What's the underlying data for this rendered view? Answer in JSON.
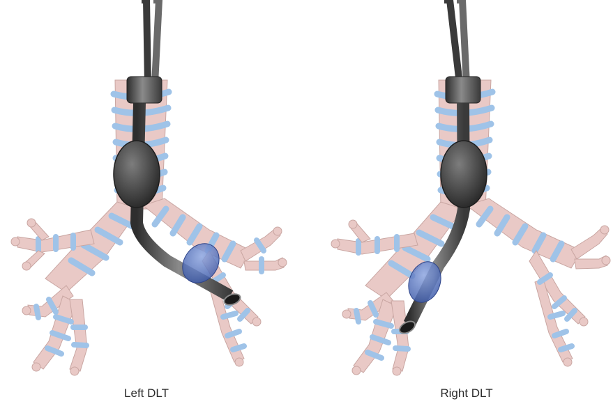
{
  "figure": {
    "panels": [
      {
        "id": "left",
        "caption": "Left DLT"
      },
      {
        "id": "right",
        "caption": "Right DLT"
      }
    ],
    "colors": {
      "airway_tissue": "#e9c9c6",
      "cartilage_rings": "#9fc3e8",
      "tube": "#5a5a5a",
      "tracheal_cuff": "#3f3f3f",
      "bronchial_cuff": "#5b78c2"
    },
    "icons": [
      "trachea",
      "bronchial-tree",
      "double-lumen-tube",
      "tracheal-cuff",
      "bronchial-cuff"
    ]
  }
}
